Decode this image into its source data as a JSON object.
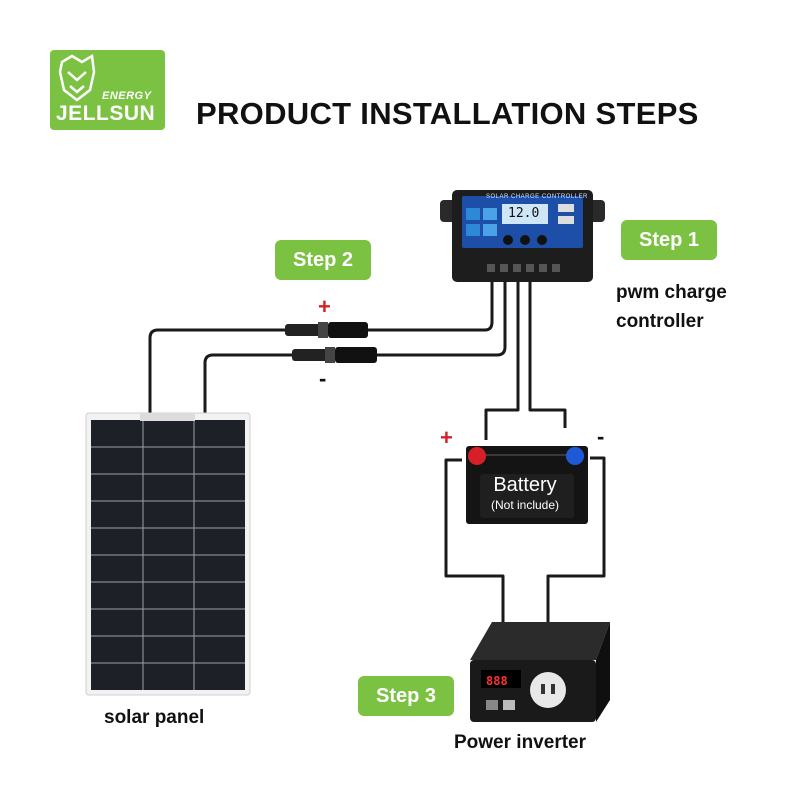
{
  "brand": {
    "word1": "ENERGY",
    "word2": "JELLSUN",
    "colors": {
      "green": "#7cc242",
      "text": "#111111"
    }
  },
  "title": "PRODUCT INSTALLATION STEPS",
  "steps": [
    {
      "label": "Step 1",
      "caption": [
        "pwm charge",
        "controller"
      ]
    },
    {
      "label": "Step 2"
    },
    {
      "label": "Step 3",
      "caption": [
        "Power inverter"
      ]
    }
  ],
  "components": {
    "solar_panel": "solar panel",
    "controller_header": "SOLAR CHARGE CONTROLLER",
    "controller_display": "12.0",
    "battery_title": "Battery",
    "battery_note": "(Not include)",
    "inverter_display": "888"
  },
  "signs": {
    "plus": "+",
    "minus": "-"
  },
  "icons": [
    "lion-logo-icon",
    "usb-port-icon",
    "ac-socket-icon"
  ]
}
